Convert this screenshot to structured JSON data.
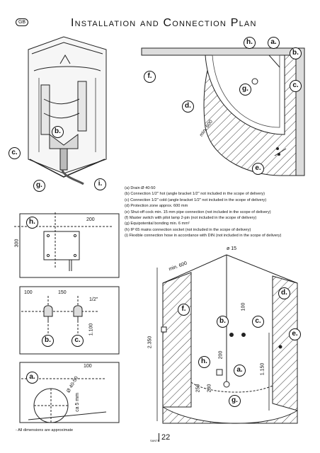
{
  "header": {
    "language_badge": "GB",
    "title": "Installation and Connection Plan"
  },
  "legend": [
    "(a)  Drain Ø 40-50",
    "(b)  Connection 1/2\" hot (angle bracket 1/2\" not included in the scope of delivery)",
    "(c)  Connection 1/2\" cold (angle bracket 1/2\" not included in the scope of delivery)",
    "(d)  Protection zone approx. 600 mm",
    "(e)  Shut-off cock min. 15 mm pipe connection (not included in the scope of delivery)",
    "(f)   Master switch with pilot lamp 2-pin (not included in the scope of delivery)",
    "(g)  Equipotential bonding min. 6 mm²",
    "(h)  IP 65 mains connection socket (not included in the scope of delivery)",
    "(i)   Flexible connection hose in accordance with DIN (not included in the scope of delivery)"
  ],
  "callouts": {
    "a": "a.",
    "b": "b.",
    "c": "c.",
    "d": "d.",
    "e": "e.",
    "f": "f.",
    "g": "g.",
    "h": "h.",
    "i": "i."
  },
  "dimensions": {
    "d_200": "200",
    "d_300": "300",
    "d_100": "100",
    "d_150": "150",
    "d_half_inch": "1/2\"",
    "d_1100": "1.100",
    "d_drain": "Ø 40-50",
    "d_slope": "ca 5 mm",
    "d_min600": "min. 600",
    "d_15": "ø 15",
    "d_2350": "2.350",
    "d_1150": "1.150",
    "d_250": "250",
    "d_230": "230"
  },
  "footer": {
    "note": "- All dimensions are approximate",
    "page_label": "SANTE",
    "page_number": "22"
  }
}
